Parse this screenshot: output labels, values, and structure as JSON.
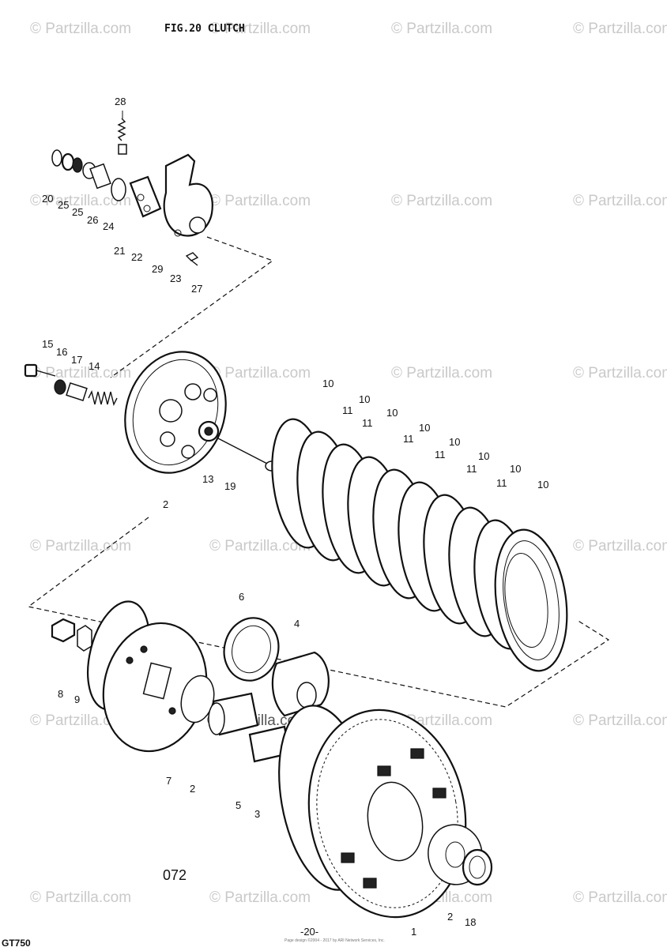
{
  "figure": {
    "title": "FIG.20  CLUTCH",
    "page_number": "-20-",
    "model": "GT750",
    "code": "072",
    "footer_fine_print": "Page design ©2004 - 2017 by ARI Network Services, Inc."
  },
  "watermark": "© Partzilla.com",
  "callouts": {
    "c1": "1",
    "c2a": "2",
    "c2b": "2",
    "c2c": "2",
    "c3": "3",
    "c4": "4",
    "c5": "5",
    "c6": "6",
    "c7": "7",
    "c8": "8",
    "c9": "9",
    "c10a": "10",
    "c10b": "10",
    "c10c": "10",
    "c10d": "10",
    "c10e": "10",
    "c10f": "10",
    "c10g": "10",
    "c11a": "11",
    "c11b": "11",
    "c11c": "11",
    "c11d": "11",
    "c11e": "11",
    "c11f": "11",
    "c13": "13",
    "c14": "14",
    "c15": "15",
    "c16": "16",
    "c17": "17",
    "c18": "18",
    "c19": "19",
    "c20": "20",
    "c21": "21",
    "c22": "22",
    "c23": "23",
    "c24": "24",
    "c25a": "25",
    "c25b": "25",
    "c26": "26",
    "c27": "27",
    "c28": "28",
    "c29": "29"
  }
}
